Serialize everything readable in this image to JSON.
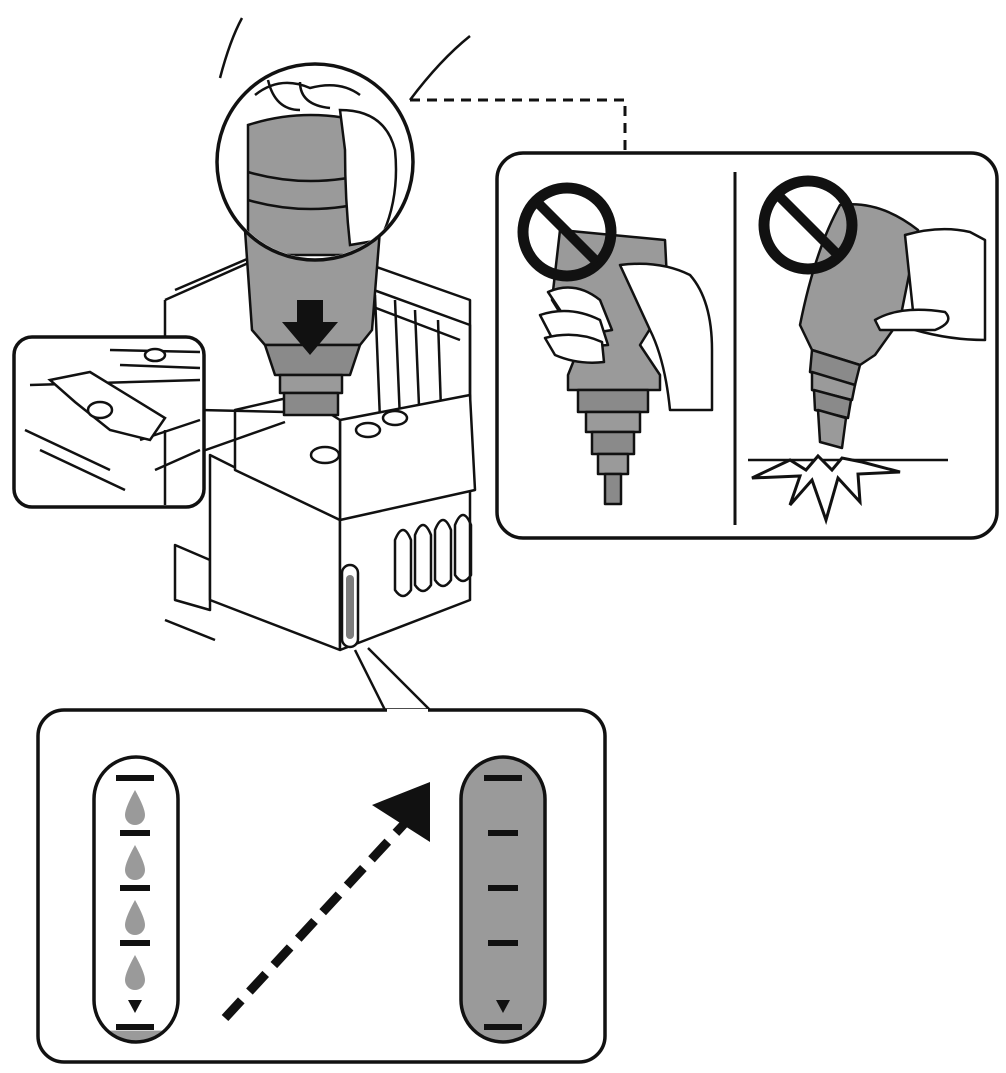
{
  "figure": {
    "caption": "",
    "panels": {
      "main": {
        "illustration": "ink-bottle-inserted-into-tank",
        "arrow": "arrow-down-icon"
      },
      "inset_top_left": {
        "illustration": "tank-cap-detail"
      },
      "inset_top_right": {
        "left": {
          "symbol": "prohibited-icon",
          "illustration": "squeezing-bottle"
        },
        "right": {
          "symbol": "prohibited-icon",
          "illustration": "bottle-hitting-surface"
        }
      },
      "inset_bottom": {
        "left_gauge": {
          "marks": 5,
          "drops": 4,
          "fill_fraction": 0.04,
          "lower_marker": "triangle-down-icon"
        },
        "arrow": "dashed-arrow-up-right-icon",
        "right_gauge": {
          "marks": 5,
          "fill_fraction": 1.0,
          "lower_marker": "triangle-down-icon"
        }
      }
    },
    "colors": {
      "ink": "#9a9a9a",
      "ink_dark": "#7d7d7d",
      "line": "#111111",
      "background": "#ffffff"
    }
  }
}
